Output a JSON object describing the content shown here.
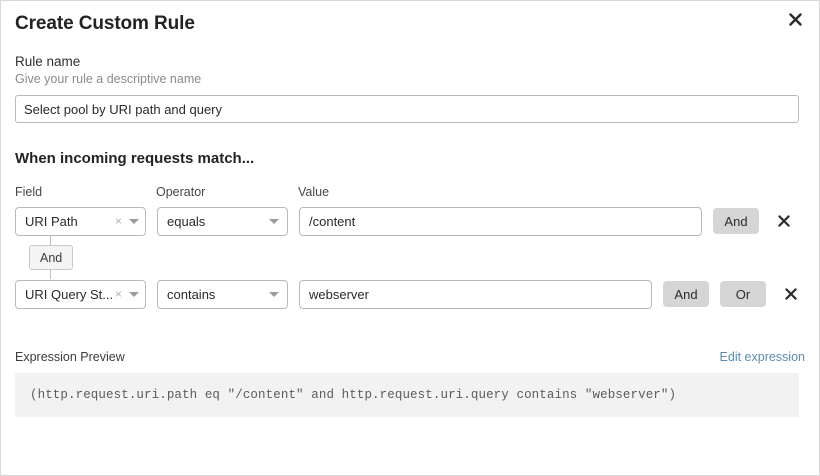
{
  "dialog": {
    "title": "Create Custom Rule",
    "close_icon": "close-icon"
  },
  "rule_name": {
    "label": "Rule name",
    "hint": "Give your rule a descriptive name",
    "value": "Select pool by URI path and query",
    "placeholder": "Select pool by URI path and query"
  },
  "match_section": {
    "heading": "When incoming requests match...",
    "columns": {
      "field": "Field",
      "operator": "Operator",
      "value": "Value"
    },
    "connector": {
      "label": "And"
    },
    "rows": [
      {
        "field": "URI Path",
        "clear_icon": "×",
        "caret_icon": "chevron-down-icon",
        "operator": "equals",
        "value": "/content",
        "buttons": [
          "And"
        ],
        "delete_icon": "✕"
      },
      {
        "field": "URI Query St...",
        "clear_icon": "×",
        "caret_icon": "chevron-down-icon",
        "operator": "contains",
        "value": "webserver",
        "buttons": [
          "And",
          "Or"
        ],
        "delete_icon": "✕"
      }
    ]
  },
  "expression_preview": {
    "label": "Expression Preview",
    "edit_link": "Edit expression",
    "expression": "(http.request.uri.path eq \"/content\" and http.request.uri.query contains \"webserver\")"
  },
  "colors": {
    "accent_link": "#5a8cb0",
    "button_bg": "#d5d5d5",
    "expr_bg": "#f2f2f2",
    "border": "#b9b9b9"
  }
}
